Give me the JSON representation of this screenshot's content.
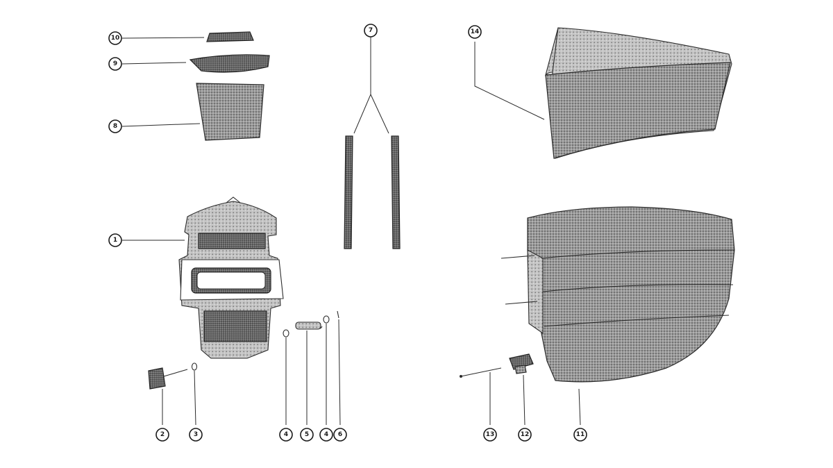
{
  "callouts": [
    "10",
    "9",
    "8",
    "7",
    "14",
    "1",
    "2",
    "3",
    "4",
    "5",
    "4",
    "6",
    "13",
    "12",
    "11"
  ],
  "colors": {
    "ink": "#1a1a1a",
    "paper": "#ffffff",
    "shade": "#8a8a8a"
  }
}
